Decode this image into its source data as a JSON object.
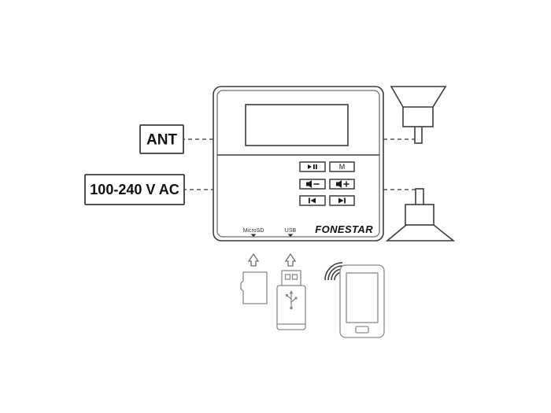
{
  "diagram": {
    "title": "FONESTAR wall amplifier connection diagram",
    "background_color": "#ffffff",
    "line_color": "#3c3c3c"
  },
  "labels": {
    "antenna": {
      "text": "ANT",
      "font_size": 19
    },
    "power": {
      "text": "100-240 V AC",
      "font_size": 18
    }
  },
  "device": {
    "brand": "FONESTAR",
    "display_value": "",
    "ports": [
      {
        "name": "microsd",
        "label": "MicroSD"
      },
      {
        "name": "usb",
        "label": "USB"
      }
    ],
    "buttons": [
      {
        "name": "play-pause",
        "label": "",
        "glyph": "play-pause-icon"
      },
      {
        "name": "mode",
        "label": "M",
        "glyph": "text"
      },
      {
        "name": "volume-down",
        "label": "",
        "glyph": "speaker-minus-icon"
      },
      {
        "name": "volume-up",
        "label": "",
        "glyph": "speaker-plus-icon"
      },
      {
        "name": "previous-track",
        "label": "",
        "glyph": "skip-back-icon"
      },
      {
        "name": "next-track",
        "label": "",
        "glyph": "skip-forward-icon"
      }
    ]
  },
  "peripherals": {
    "speaker_top": {
      "name": "pendant-horn-speaker",
      "label": ""
    },
    "speaker_bottom": {
      "name": "horn-speaker",
      "label": ""
    },
    "microsd_card": {
      "name": "microsd-card",
      "label": ""
    },
    "usb_drive": {
      "name": "usb-flash-drive",
      "label": ""
    },
    "smartphone": {
      "name": "smartphone",
      "label": ""
    },
    "wireless": {
      "name": "wireless-signal",
      "arcs": 4
    }
  },
  "connectors": {
    "arrows": [
      {
        "name": "microsd-insert-arrow",
        "direction": "up"
      },
      {
        "name": "usb-insert-arrow",
        "direction": "up"
      }
    ],
    "dashed_links": [
      {
        "name": "ant-to-device"
      },
      {
        "name": "power-to-device"
      },
      {
        "name": "device-to-speaker-top"
      },
      {
        "name": "device-to-speaker-bottom"
      }
    ]
  }
}
